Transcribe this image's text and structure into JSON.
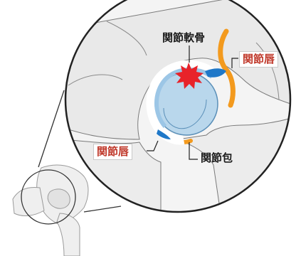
{
  "labels": {
    "cartilage": "関節軟骨",
    "labrum_upper": "関節唇",
    "labrum_lower": "関節唇",
    "capsule": "関節包"
  },
  "colors": {
    "capsule_orange": "#f39a1e",
    "labrum_blue": "#1f78c8",
    "cartilage_lightblue": "#b9d7ec",
    "impact_red": "#e8232a",
    "label_red": "#c0392b",
    "bone_gray": "#e6e6e6",
    "outline": "#333333"
  },
  "icons": {
    "impact": "impact-burst-icon"
  }
}
